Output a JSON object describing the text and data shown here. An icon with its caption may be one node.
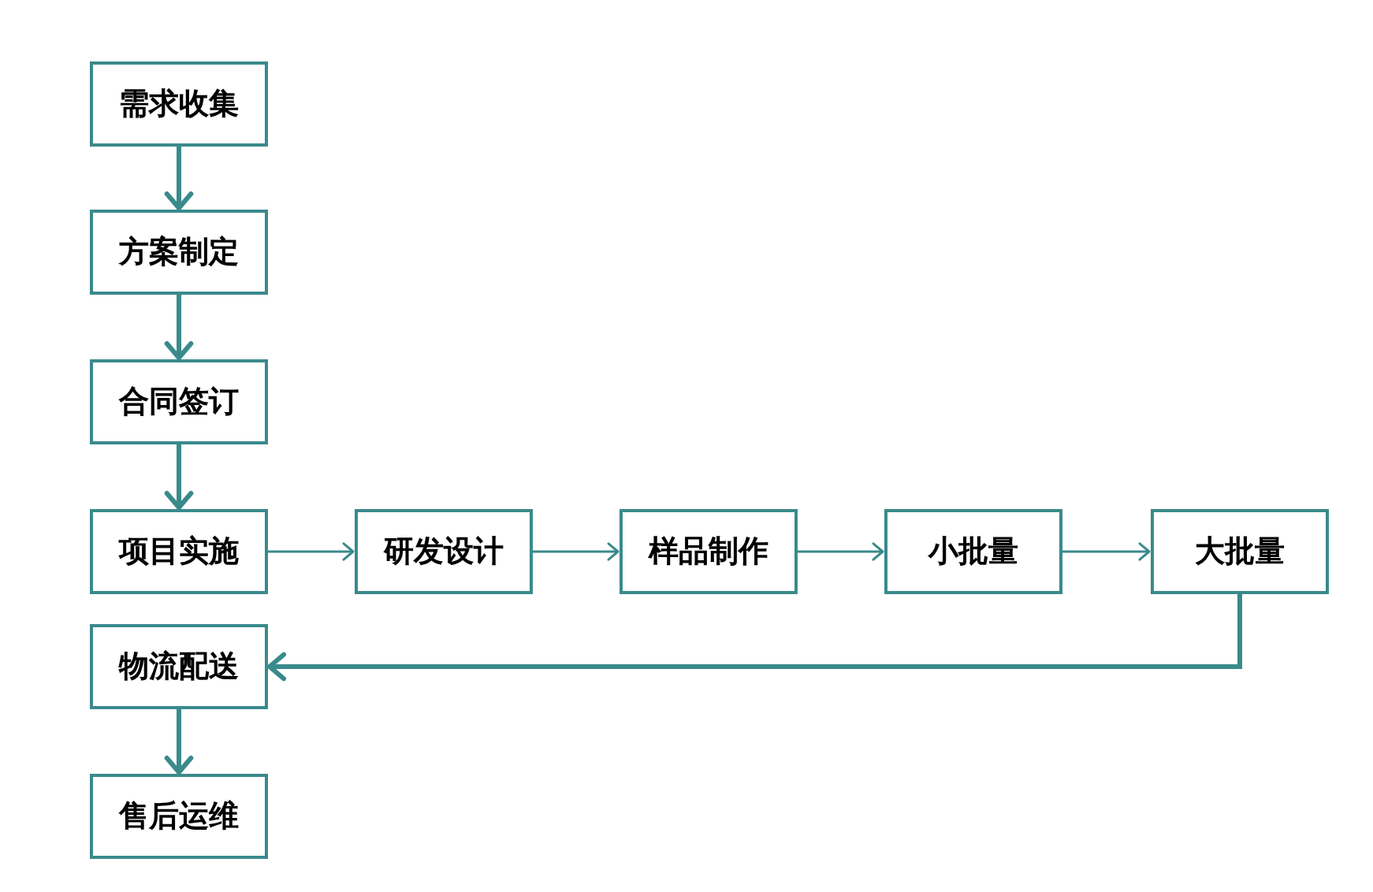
{
  "diagram": {
    "nodes": [
      {
        "text": [
          "需求收集"
        ]
      },
      {
        "text": [
          "方案制定"
        ]
      },
      {
        "text": [
          "合同签订"
        ]
      },
      {
        "text": [
          "项目实施"
        ]
      },
      {
        "text": [
          "研发设计"
        ]
      },
      {
        "text": [
          "样品制作"
        ]
      },
      {
        "text": [
          "小批量"
        ]
      },
      {
        "text": [
          "大批量"
        ]
      },
      {
        "text": [
          "物流配送"
        ]
      },
      {
        "text": [
          "售后运维"
        ]
      }
    ],
    "edges": [
      {
        "from": 0,
        "to": 1,
        "arrow": "to"
      },
      {
        "from": 1,
        "to": 2,
        "arrow": "to"
      },
      {
        "from": 2,
        "to": 3,
        "arrow": "to"
      },
      {
        "from": 3,
        "to": 4,
        "arrow": "to"
      },
      {
        "from": 4,
        "to": 5,
        "arrow": "to"
      },
      {
        "from": 5,
        "to": 6,
        "arrow": "to"
      },
      {
        "from": 6,
        "to": 7,
        "arrow": "to"
      },
      {
        "from": 7,
        "to": 8,
        "arrow": "to"
      },
      {
        "from": 8,
        "to": 9,
        "arrow": "to"
      }
    ]
  }
}
